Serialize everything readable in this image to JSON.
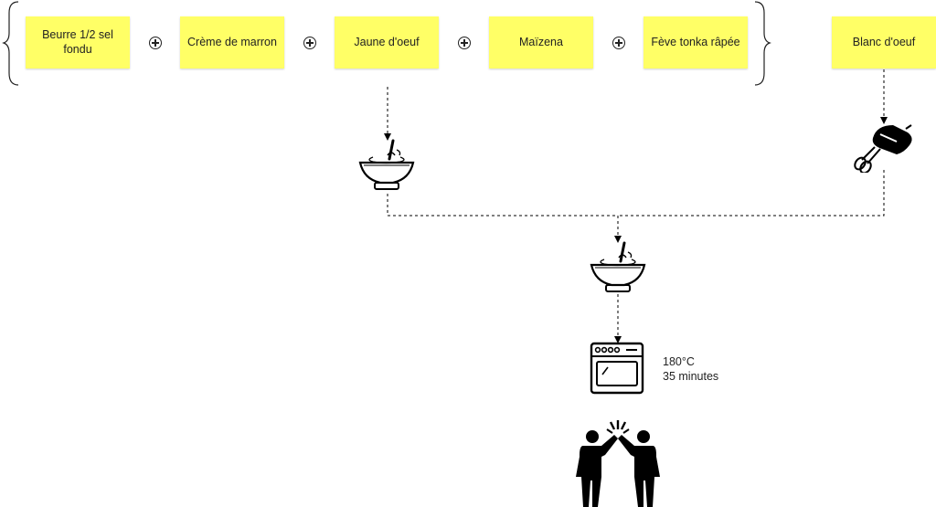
{
  "ingredients": [
    {
      "label": "Beurre 1/2 sel fondu"
    },
    {
      "label": "Crème de marron"
    },
    {
      "label": "Jaune d'oeuf"
    },
    {
      "label": "Maïzena"
    },
    {
      "label": "Fève tonka râpée"
    }
  ],
  "egg_white": {
    "label": "Blanc d'oeuf"
  },
  "oven": {
    "temperature": "180°C",
    "duration": "35 minutes"
  },
  "icons": {
    "mix_bowl_1": "mixing-bowl-icon",
    "mixer": "hand-mixer-icon",
    "mix_bowl_2": "mixing-bowl-icon",
    "oven": "oven-icon",
    "celebration": "high-five-icon"
  },
  "colors": {
    "note": "#ffff66",
    "line": "#000000"
  }
}
